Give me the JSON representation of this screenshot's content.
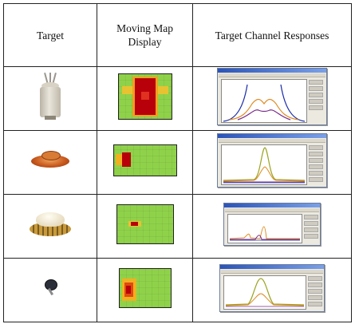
{
  "table": {
    "headers": {
      "target": "Target",
      "map": "Moving Map Display",
      "responses": "Target Channel Responses"
    },
    "rows": [
      {
        "target_icon": "cylindrical-target-icon",
        "map_icon": "map-large-red-blob",
        "chart_icon": "response-chart-icon"
      },
      {
        "target_icon": "orange-disc-target-icon",
        "map_icon": "map-left-red-spot",
        "chart_icon": "response-chart-icon"
      },
      {
        "target_icon": "cream-dome-target-icon",
        "map_icon": "map-small-red-dot",
        "chart_icon": "response-chart-icon"
      },
      {
        "target_icon": "small-dark-target-icon",
        "map_icon": "map-left-orange-blob",
        "chart_icon": "response-chart-icon"
      }
    ]
  },
  "colors": {
    "map_background": "#8fd24a",
    "map_hot": "#b8000a",
    "map_warm": "#f0b020",
    "curve_blue": "#1a2ca8",
    "curve_orange": "#e08a20",
    "curve_purple": "#7a2a8a",
    "curve_green": "#9aa420"
  }
}
